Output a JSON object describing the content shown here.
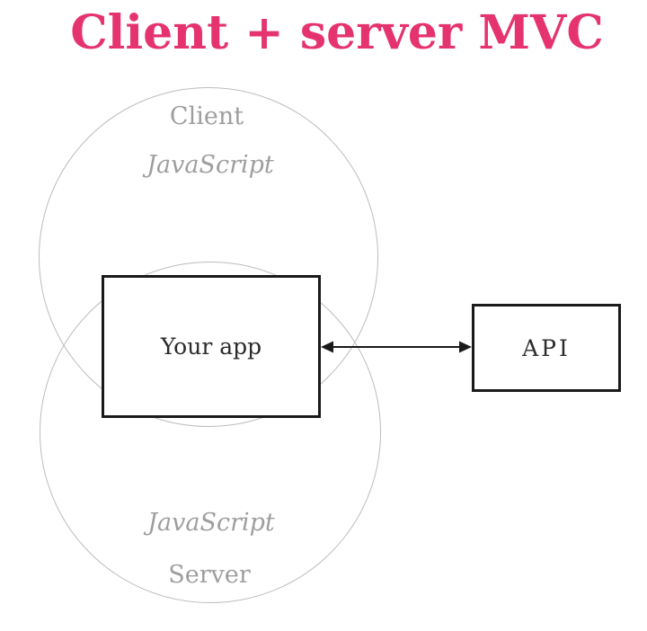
{
  "page": {
    "title": "Client + server MVC"
  },
  "colors": {
    "title_pink": "#e5336f",
    "circle_stroke": "#bcbcbc",
    "label_gray": "#9e9e9e",
    "box_border": "#1a1a1a",
    "box_text": "#2b2b2b",
    "arrow_color": "#1a1a1a",
    "page_bg": "#ffffff"
  },
  "diagram": {
    "client_circle": {
      "label": "Client",
      "sublabel": "JavaScript"
    },
    "server_circle": {
      "label": "Server",
      "sublabel": "JavaScript"
    },
    "app_box": {
      "label": "Your app"
    },
    "api_box": {
      "label": "API"
    }
  }
}
